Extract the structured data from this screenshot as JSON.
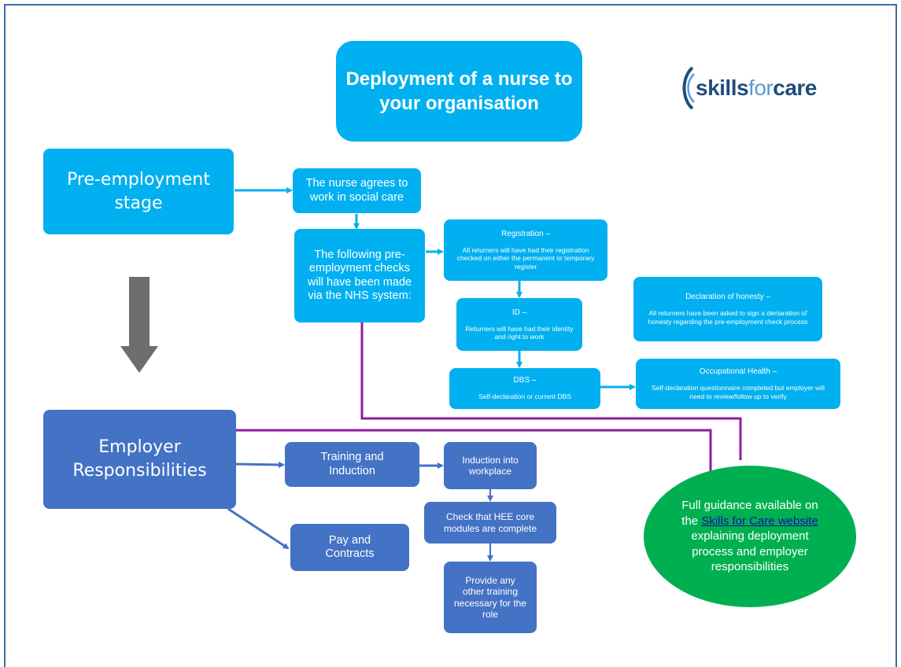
{
  "title": "Deployment of a nurse to your organisation",
  "logo": {
    "part1": "skills",
    "part2": "for",
    "part3": "care"
  },
  "stages": {
    "pre_employment": "Pre-employment stage",
    "employer": "Employer Responsibilities"
  },
  "pre_employment_steps": {
    "agree": "The nurse agrees to work in social care",
    "checks": "The following pre-employment checks will have been made via the NHS system:"
  },
  "checks": {
    "registration": {
      "head": "Registration –",
      "body": "All returners will have had their registration checked on either the permanent or temporary register"
    },
    "id": {
      "head": "ID –",
      "body": "Returners will have had their identity and right to work"
    },
    "dbs": {
      "head": "DBS –",
      "body": "Self-declaration or current DBS"
    },
    "honesty": {
      "head": "Declaration of honesty –",
      "body": "All returners have been asked to sign a declaration of honesty regarding the pre-employment check process"
    },
    "occupational": {
      "head": "Occupational Health –",
      "body": "Self-declaration questionnaire completed but employer will need to review/follow up to verify"
    }
  },
  "employer_steps": {
    "training": "Training and Induction",
    "induction": "Induction into workplace",
    "hee": "Check that HEE core modules are complete",
    "other_training": "Provide any other training necessary for the role",
    "pay": "Pay and Contracts"
  },
  "guidance": {
    "before": "Full guidance available on the",
    "link": "Skills for Care website",
    "after": "explaining deployment process and employer responsibilities"
  },
  "colors": {
    "cyan": "#00b0f0",
    "blue": "#4472c4",
    "purple": "#8e1e9e",
    "green": "#00b050",
    "grey_arrow": "#6e6e6e"
  }
}
